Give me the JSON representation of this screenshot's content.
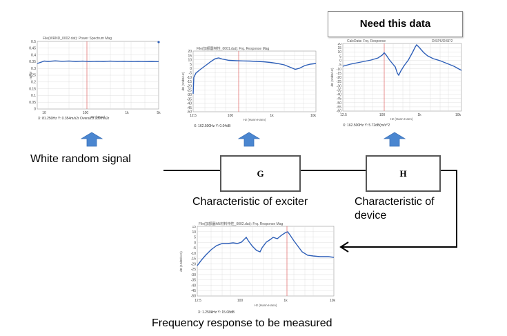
{
  "callout": "Need this data",
  "labels": {
    "input": "White random signal",
    "exciter": "Characteristic of exciter",
    "device_line1": "Characteristic of",
    "device_line2": "device",
    "measured": "Frequency response to be measured"
  },
  "blocks": {
    "g": "G",
    "h": "H"
  },
  "plots": {
    "input": {
      "title": "File(WRND_0002.dat): Power Spectrum Mag",
      "ylabel": "m/s2r",
      "xlabel": "Hz (Hann)",
      "readout": "X: 81.250Hz Y: 0.354m/s2r   Overall:8.189m/s2r",
      "yticks": [
        "0.5",
        "0.45",
        "0.4",
        "0.35",
        "0.3",
        "0.25",
        "0.2",
        "0.15",
        "0.1",
        "0.05",
        "0"
      ],
      "xticks": [
        "10",
        "100",
        "1k",
        "5k"
      ]
    },
    "exciter": {
      "title": "File(加振器特性_0001.dat): Frq. Response Mag",
      "ylabel": "dB (10dB/Hz)",
      "xlabel": "Hz (Hann-Hann)",
      "readout": "X: 162.500Hz Y: 0.04dB",
      "yticks": [
        "20",
        "15",
        "10",
        "5",
        "0",
        "-5",
        "-10",
        "-15",
        "-20",
        "-25",
        "-30",
        "-35",
        "-40",
        "-45",
        "-50"
      ],
      "xticks": [
        "12.5",
        "100",
        "1k",
        "10k"
      ]
    },
    "device": {
      "title": "CalcData: Frq. Response",
      "title_right": "DISP6/DISP2",
      "ylabel": "dB (10dB/Hz)",
      "xlabel": "Hz (Hann-Hann)",
      "readout": "X: 162.500Hz Y: 5.72dB(m/s^2",
      "yticks": [
        "20",
        "15",
        "10",
        "5",
        "0",
        "-5",
        "-10",
        "-15",
        "-20",
        "-25",
        "-30",
        "-35",
        "-40",
        "-45",
        "-50",
        "-55",
        "-60"
      ],
      "xticks": [
        "12.5",
        "100",
        "1k",
        "10k"
      ]
    },
    "measured": {
      "title": "File(加振器AN材料特性_0002.dat): Frq. Response Mag",
      "ylabel": "dB (10dB/Hz1)",
      "xlabel": "Hz (Hann-Hann)",
      "readout": "X: 1.250kHz Y: 15.08dB",
      "yticks": [
        "15",
        "10",
        "5",
        "0",
        "-5",
        "-10",
        "-15",
        "-20",
        "-25",
        "-30",
        "-35",
        "-40",
        "-45",
        "-50"
      ],
      "xticks": [
        "12.5",
        "100",
        "1k",
        "10k"
      ]
    }
  },
  "colors": {
    "curve": "#2e5fb8",
    "cursor": "#e06060",
    "arrow": "#4a86d0",
    "grid": "#d8d8d8"
  }
}
